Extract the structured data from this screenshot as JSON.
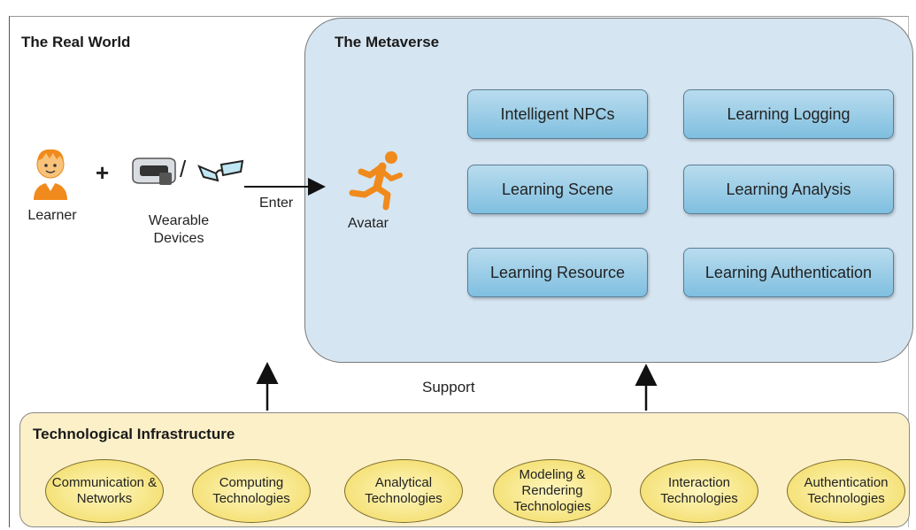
{
  "real_world": {
    "title": "The Real World",
    "learner_label": "Learner",
    "plus": "+",
    "slash": "/",
    "devices_label": "Wearable\nDevices",
    "enter_label": "Enter"
  },
  "metaverse": {
    "title": "The Metaverse",
    "avatar_label": "Avatar",
    "modules": [
      "Intelligent NPCs",
      "Learning Logging",
      "Learning Scene",
      "Learning Analysis",
      "Learning Resource",
      "Learning Authentication"
    ]
  },
  "support_label": "Support",
  "infrastructure": {
    "title": "Technological Infrastructure",
    "technologies": [
      "Communication & Networks",
      "Computing Technologies",
      "Analytical Technologies",
      "Modeling & Rendering Technologies",
      "Interaction Technologies",
      "Authentication Technologies"
    ]
  },
  "colors": {
    "metaverse_fill": "#d5e5f1",
    "module_fill": "#7fbfe0",
    "infra_fill": "#fbf0c8",
    "tech_fill": "#f5e27a",
    "avatar_orange": "#f08a1c"
  },
  "icons": [
    "learner-icon",
    "vr-headset-icon",
    "glasses-icon",
    "running-avatar-icon"
  ]
}
